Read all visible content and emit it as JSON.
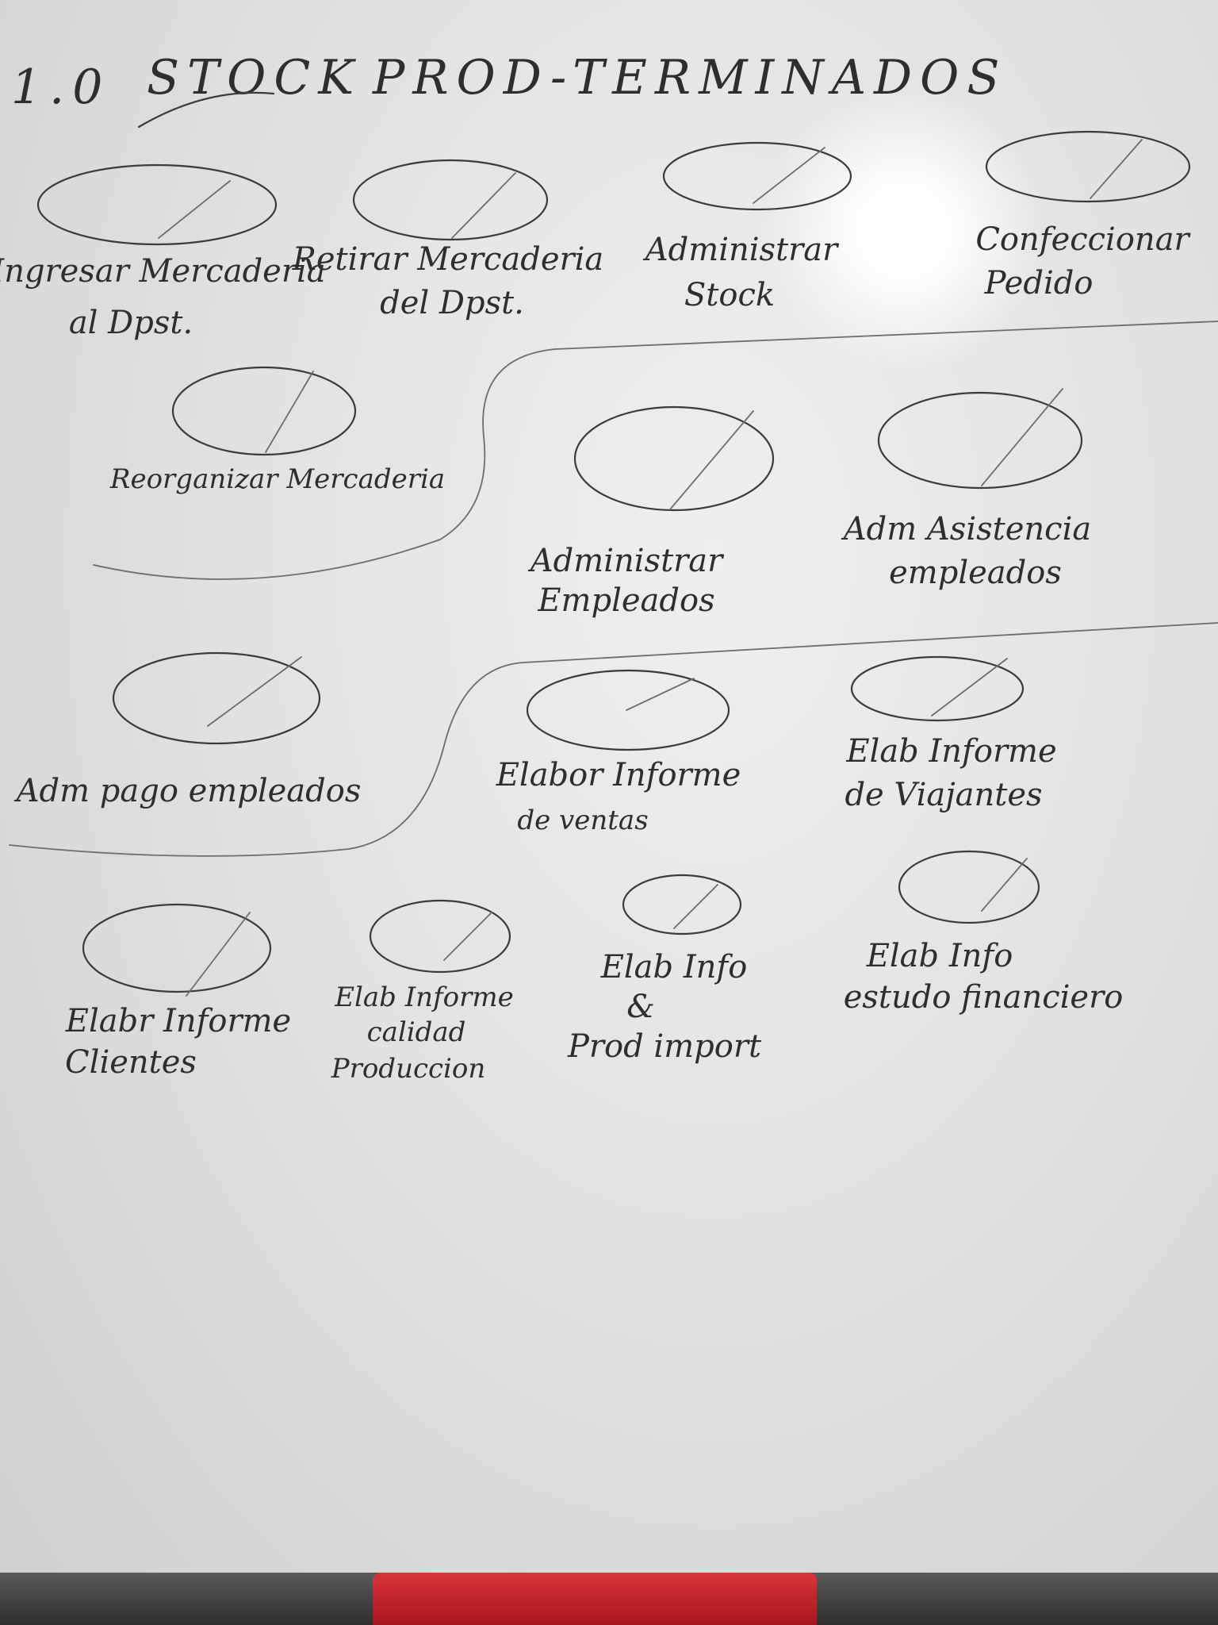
{
  "whiteboard": {
    "title": {
      "number": "1.0",
      "word1": "STOCK",
      "word2": "PROD-TERMINADOS"
    },
    "use_cases": [
      {
        "lines": [
          "Ingresar Mercaderia",
          "al Dpst."
        ]
      },
      {
        "lines": [
          "Retirar Mercaderia",
          "del Dpst."
        ]
      },
      {
        "lines": [
          "Administrar",
          "Stock"
        ]
      },
      {
        "lines": [
          "Confeccionar",
          "Pedido"
        ]
      },
      {
        "lines": [
          "Reorganizar Mercaderia"
        ]
      },
      {
        "lines": [
          "Administrar",
          "Empleados"
        ]
      },
      {
        "lines": [
          "Adm Asistencia",
          "empleados"
        ]
      },
      {
        "lines": [
          "Adm pago empleados"
        ]
      },
      {
        "lines": [
          "Elabor Informe",
          "de ventas"
        ]
      },
      {
        "lines": [
          "Elab Informe",
          "de Viajantes"
        ]
      },
      {
        "lines": [
          "Elabr Informe",
          "Clientes"
        ]
      },
      {
        "lines": [
          "Elab Informe",
          "calidad",
          "Produccion"
        ]
      },
      {
        "lines": [
          "Elab Info",
          "&",
          "Prod import"
        ]
      },
      {
        "lines": [
          "Elab Info",
          "estudo financiero"
        ]
      }
    ]
  },
  "colors": {
    "board": "#e6e7e5",
    "ink": "#3b3b3b",
    "glare": "#ffffff",
    "strip": "#3a3a3a",
    "red_object": "#c4242b"
  }
}
